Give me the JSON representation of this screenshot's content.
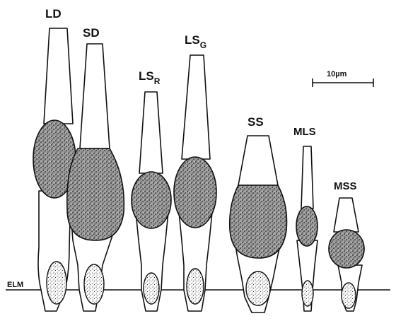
{
  "figure": {
    "labels": {
      "ld": "LD",
      "sd": "SD",
      "lsr_main": "LS",
      "lsr_sub": "R",
      "lsg_main": "LS",
      "lsg_sub": "G",
      "ss": "SS",
      "mls": "MLS",
      "mss": "MSS",
      "elm": "ELM"
    },
    "scale_bar": "10µm"
  }
}
